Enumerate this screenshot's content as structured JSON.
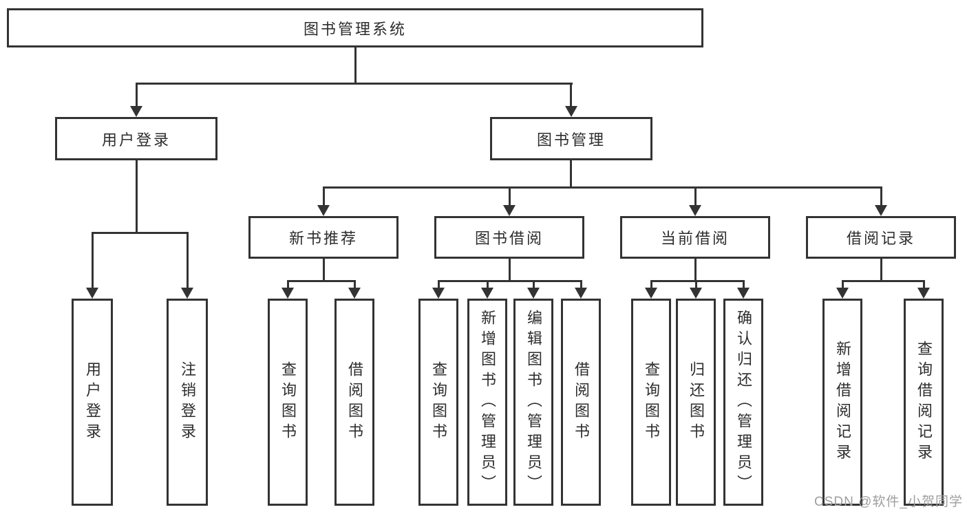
{
  "nodes": {
    "root": {
      "label": "图书管理系统"
    },
    "level2": [
      {
        "label": "用户登录"
      },
      {
        "label": "图书管理"
      }
    ],
    "level3": [
      {
        "label": "新书推荐"
      },
      {
        "label": "图书借阅"
      },
      {
        "label": "当前借阅"
      },
      {
        "label": "借阅记录"
      }
    ],
    "leaves": [
      {
        "label": "用户登录"
      },
      {
        "label": "注销登录"
      },
      {
        "label": "查询图书"
      },
      {
        "label": "借阅图书"
      },
      {
        "label": "查询图书"
      },
      {
        "label": "新增图书（管理员）"
      },
      {
        "label": "编辑图书（管理员）"
      },
      {
        "label": "借阅图书"
      },
      {
        "label": "查询图书"
      },
      {
        "label": "归还图书"
      },
      {
        "label": "确认归还（管理员）"
      },
      {
        "label": "新增借阅记录"
      },
      {
        "label": "查询借阅记录"
      }
    ]
  },
  "watermark": {
    "text": "CSDN @软件_小贺同学"
  },
  "colors": {
    "line": "#333333",
    "box_border": "#333333",
    "text": "#2d2d2d",
    "background": "#ffffff",
    "watermark": "#9e9e9e"
  }
}
